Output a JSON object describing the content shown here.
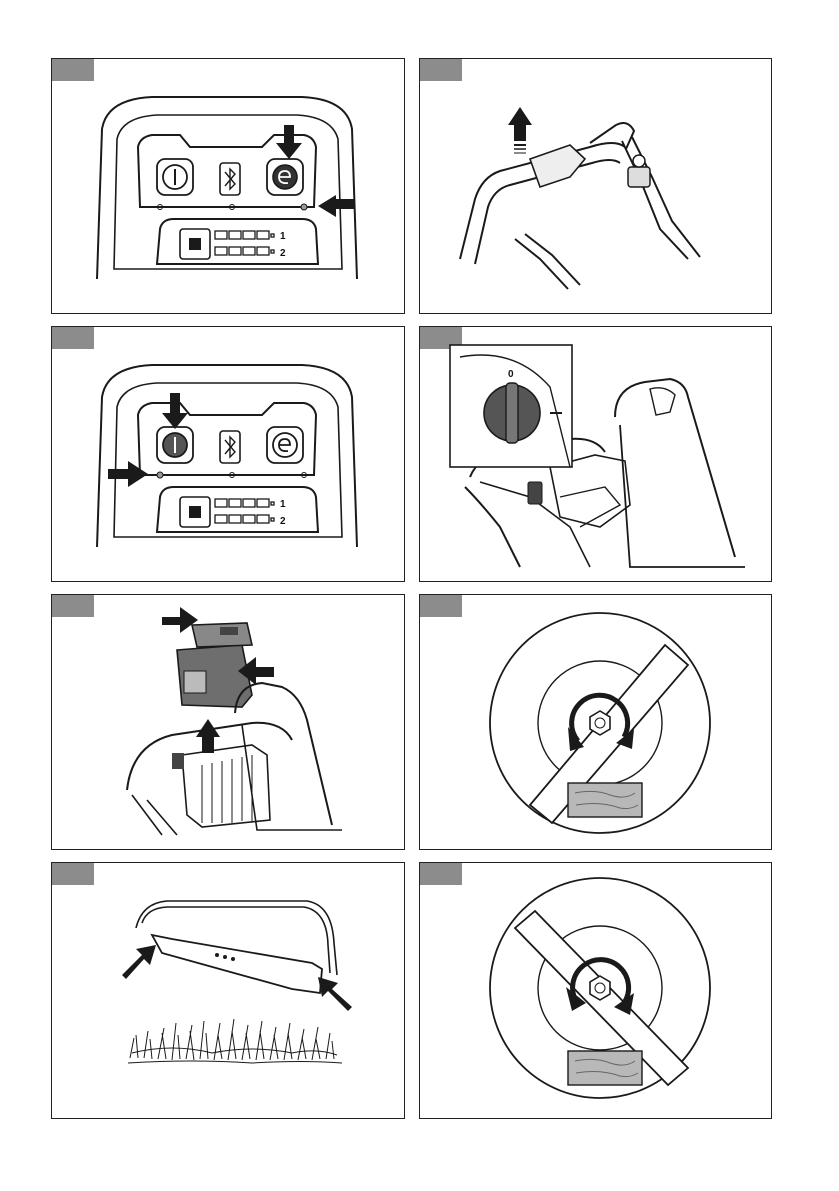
{
  "panels": [
    {
      "id": "fig1",
      "subject": "control-panel-eco-button"
    },
    {
      "id": "fig2",
      "subject": "handle-lever"
    },
    {
      "id": "fig3",
      "subject": "control-panel-power-button"
    },
    {
      "id": "fig4",
      "subject": "key-switch"
    },
    {
      "id": "fig5",
      "subject": "battery-removal"
    },
    {
      "id": "fig6",
      "subject": "blade-nut-loosen"
    },
    {
      "id": "fig7",
      "subject": "blade-mounting"
    },
    {
      "id": "fig8",
      "subject": "blade-nut-tighten"
    }
  ],
  "control_panel": {
    "slot1_label": "1",
    "slot2_label": "2"
  },
  "key_switch": {
    "off_label": "0"
  },
  "colors": {
    "line": "#1a1a1a",
    "tab": "#8c8c8c",
    "wood": "#b8b8b8",
    "knob": "#555555"
  }
}
